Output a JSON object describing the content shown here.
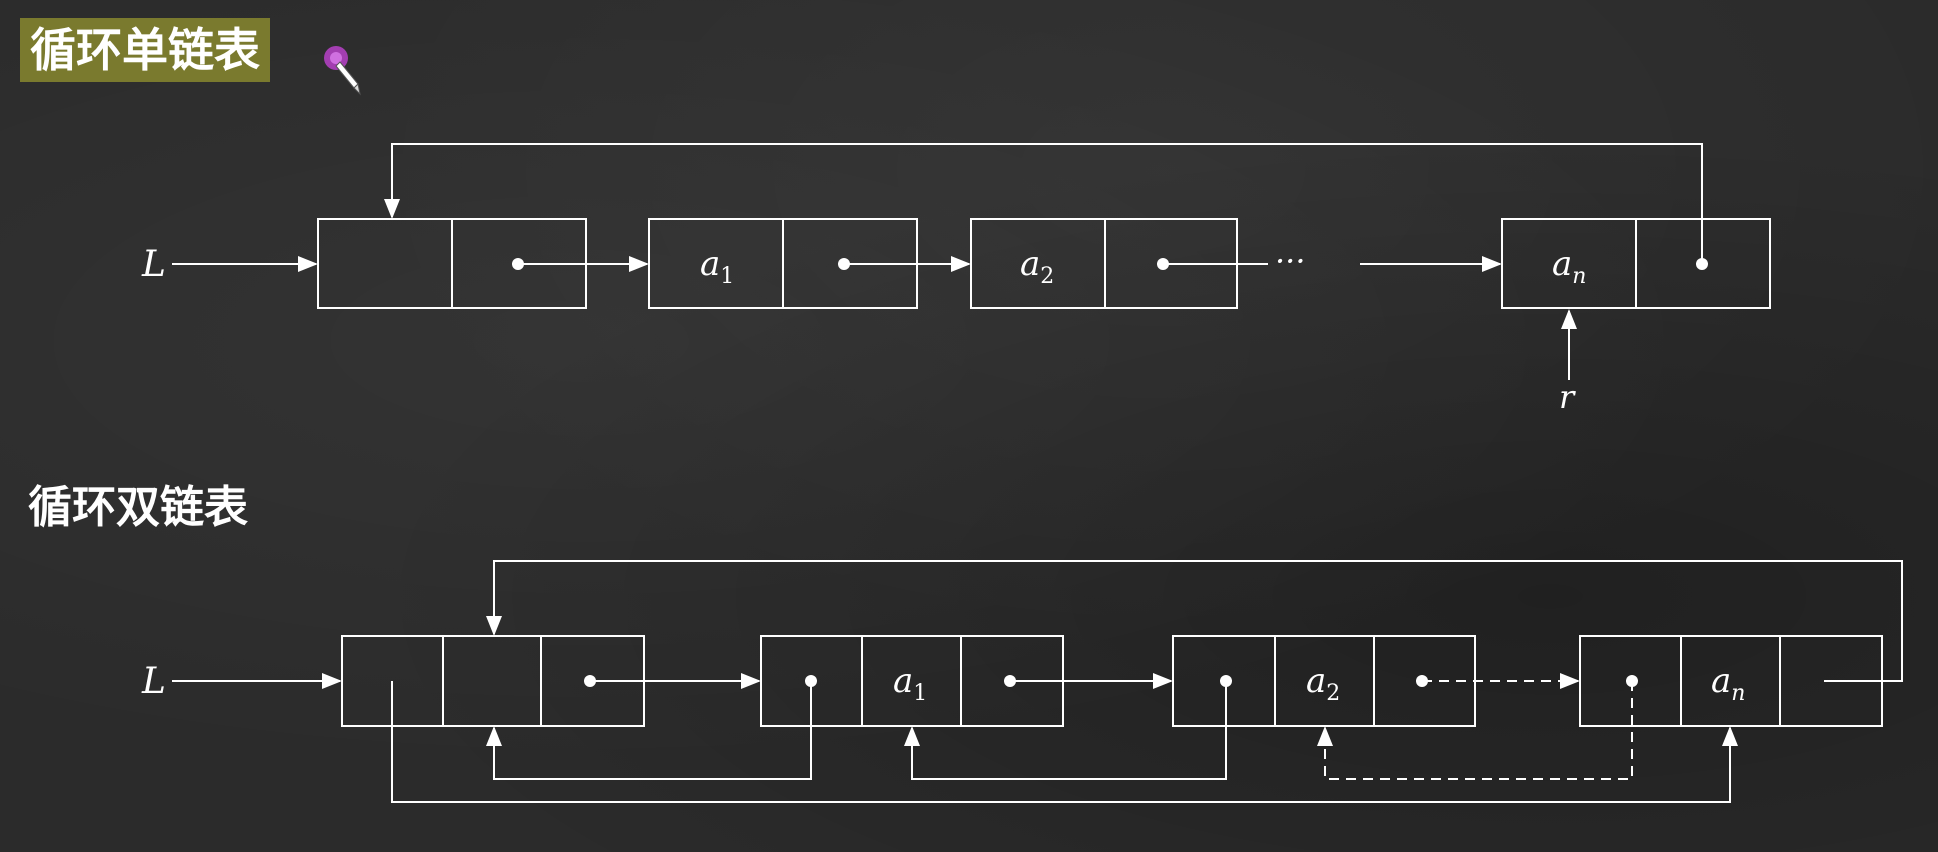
{
  "section_singly": {
    "title": "循环单链表",
    "head_label": "L",
    "tail_pointer_label": "r"
  },
  "section_doubly": {
    "title": "循环双链表",
    "head_label": "L"
  },
  "nodes_singly": [
    {
      "base": "",
      "sub": ""
    },
    {
      "base": "a",
      "sub": "1"
    },
    {
      "base": "a",
      "sub": "2"
    },
    {
      "base": "a",
      "sub": "n"
    }
  ],
  "nodes_doubly": [
    {
      "base": "",
      "sub": ""
    },
    {
      "base": "a",
      "sub": "1"
    },
    {
      "base": "a",
      "sub": "2"
    },
    {
      "base": "a",
      "sub": "n"
    }
  ],
  "ellipsis": "···",
  "colors": {
    "background": "#2b2b2b",
    "line": "#ffffff",
    "highlight": "#7a7a2e",
    "cursor": "#b040c0"
  },
  "icons": {
    "cursor": "pen-cursor-icon"
  }
}
